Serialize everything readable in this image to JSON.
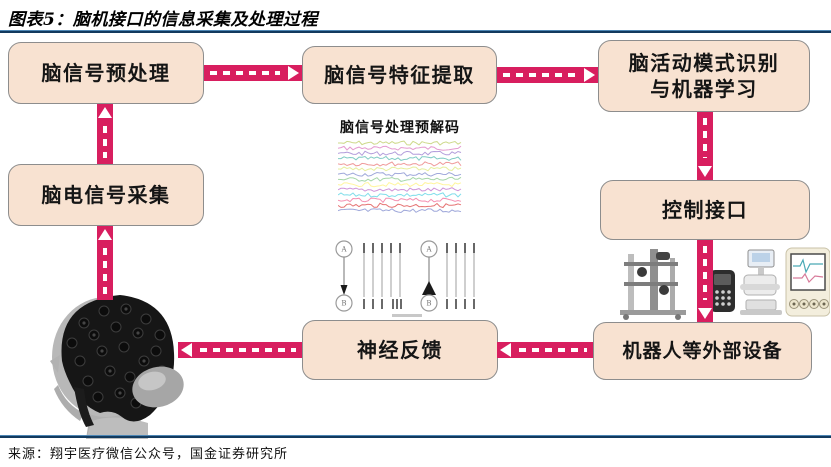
{
  "header": {
    "title": "图表5：脑机接口的信息采集及处理过程"
  },
  "nodes": {
    "preprocess": "脑信号预处理",
    "feature": "脑信号特征提取",
    "pattern_line1": "脑活动模式识别",
    "pattern_line2": "与机器学习",
    "acquisition": "脑电信号采集",
    "control": "控制接口",
    "feedback": "神经反馈",
    "external": "机器人等外部设备"
  },
  "annotations": {
    "waveform_caption": "脑信号处理预解码"
  },
  "electrode_diagram": {
    "top_label": "A",
    "bottom_label": "B"
  },
  "footer": {
    "source": "来源：翔宇医疗微信公众号，国金证券研究所"
  },
  "colors": {
    "arrow": "#D81E5F",
    "node_fill": "#F8E2D1",
    "node_border": "#8d8d8d",
    "rule_blue": "#123a5e",
    "waveform_palette": [
      "#cdd98a",
      "#e49ad0",
      "#b39ddb",
      "#80cbc4",
      "#ef9a9a",
      "#e6ee9c",
      "#9fa8da",
      "#a5d6a7",
      "#fff59d",
      "#ce93d8",
      "#80deea",
      "#f48fb1",
      "#e57373",
      "#9fa8da"
    ]
  }
}
